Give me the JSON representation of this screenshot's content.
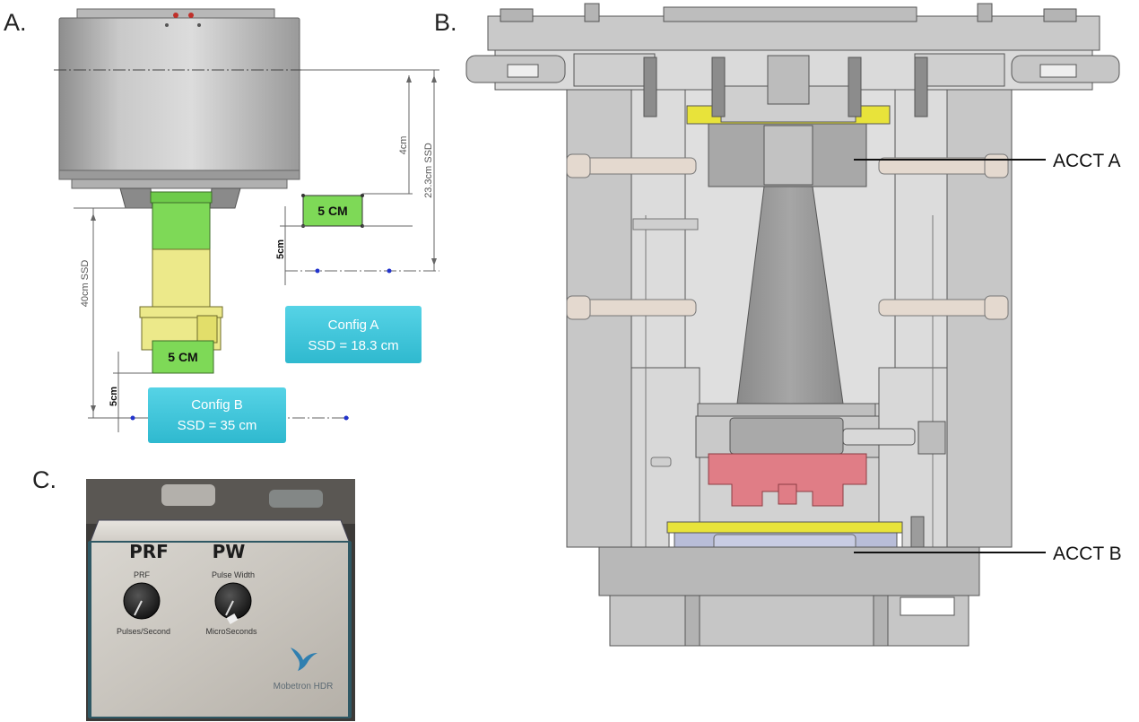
{
  "panels": {
    "a": {
      "letter": "A.",
      "ssd_top_label": "23.3cm SSD",
      "ssd_40_label": "40cm SSD",
      "gap_4cm": "4cm",
      "gap_5cm_a": "5cm",
      "gap_5cm_b": "5cm",
      "cone_a_label": "5 CM",
      "cone_b_label": "5 CM",
      "config_a": {
        "title": "Config A",
        "ssd": "SSD = 18.3 cm"
      },
      "config_b": {
        "title": "Config B",
        "ssd": "SSD = 35 cm"
      }
    },
    "b": {
      "letter": "B.",
      "callout_a": "ACCT A",
      "callout_b": "ACCT B"
    },
    "c": {
      "letter": "C.",
      "prf_title": "PRF",
      "pw_title": "PW",
      "prf_knob_label": "PRF",
      "pw_knob_label": "Pulse Width",
      "prf_unit": "Pulses/Second",
      "pw_unit": "MicroSeconds",
      "brand": "Mobetron HDR"
    }
  },
  "colors": {
    "cone_green": "#7ed957",
    "cone_yellow": "#ece98a",
    "config_box": "#3fc8dc",
    "detector_yellow": "#e8e33a",
    "detector_blue": "#b8bdd8",
    "applicator_red": "#e07d86",
    "bolt_tan": "#e4d9cf"
  },
  "icons": [
    "bird-logo-icon"
  ]
}
